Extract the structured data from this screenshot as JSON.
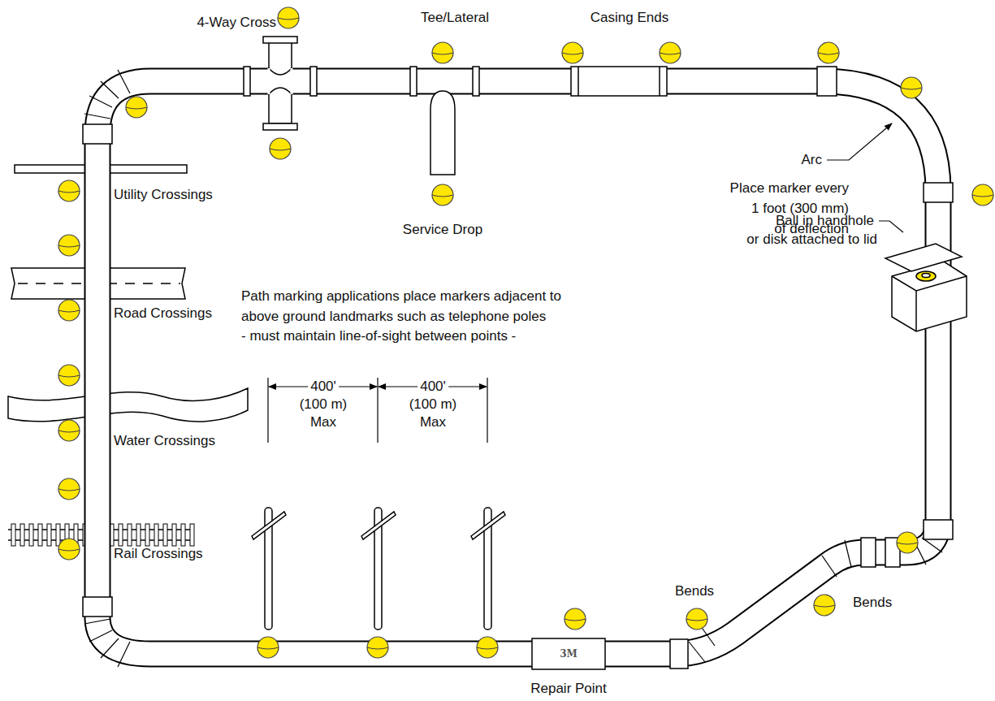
{
  "diagram": {
    "nodes": [
      {
        "text": [
          "3M"
        ]
      }
    ],
    "labels": [
      "4-Way Cross",
      "Tee/Lateral",
      "Casing Ends",
      "Arc",
      "Place marker every",
      "1 foot (300 mm)",
      "of deflection",
      "Ball in handhole",
      "or disk attached to lid",
      "Utility Crossings",
      "Service Drop",
      "Road Crossings",
      "Water Crossings",
      "Rail Crossings",
      "Path marking applications place markers adjacent to",
      "above ground landmarks such as telephone poles",
      "- must maintain line-of-sight between points -",
      "400'",
      "(100 m)",
      "Max",
      "400'",
      "(100 m)",
      "Max",
      "Bends",
      "Bends",
      "Repair Point"
    ]
  }
}
